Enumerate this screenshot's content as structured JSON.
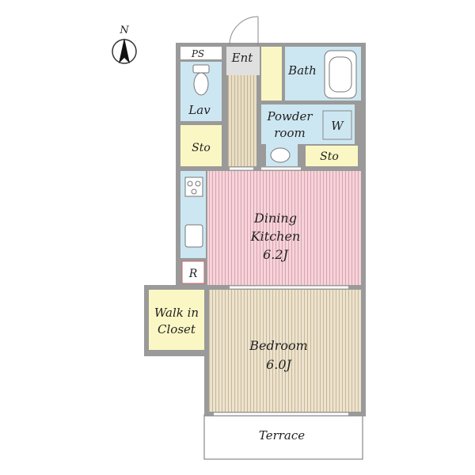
{
  "compass": {
    "label": "N"
  },
  "rooms": {
    "ps": "PS",
    "ent": "Ent",
    "bath": "Bath",
    "lav": "Lav",
    "powder_line1": "Powder",
    "powder_line2": "room",
    "w": "W",
    "sto_left": "Sto",
    "sto_right": "Sto",
    "dining_line1": "Dining",
    "dining_line2": "Kitchen",
    "dining_size": "6.2J",
    "refrigerator": "R",
    "walkin_line1": "Walk in",
    "walkin_line2": "Closet",
    "bedroom_line1": "Bedroom",
    "bedroom_size": "6.0J",
    "terrace": "Terrace"
  },
  "colors": {
    "wall": "#999999",
    "blue": "#cde7f2",
    "yellow": "#fbf7c4",
    "pink": "#f4c9d2",
    "tan": "#e9dfc9",
    "corridor": "#e6dcc5",
    "entry": "#e0e0e0"
  }
}
